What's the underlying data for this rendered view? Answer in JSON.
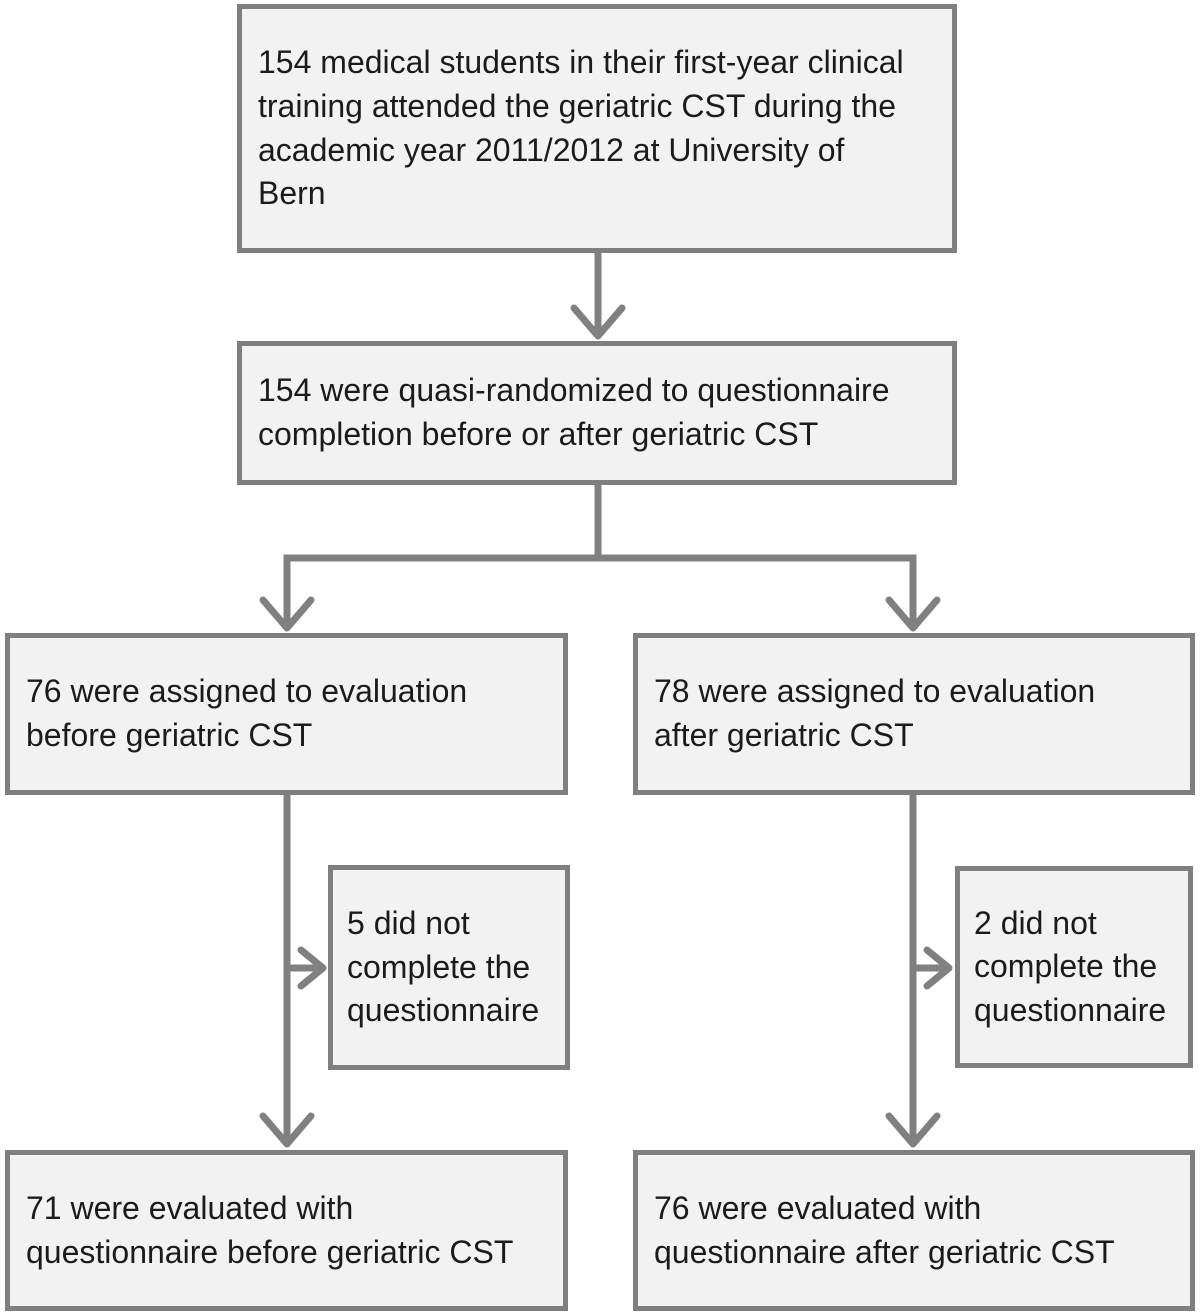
{
  "flowchart": {
    "nodes": {
      "enrollment": "154 medical students in their first-year clinical\ntraining attended the geriatric CST during the\nacademic year 2011/2012 at University of\nBern",
      "randomization": "154 were quasi-randomized to questionnaire\ncompletion before or after geriatric CST",
      "assigned_before": "76 were assigned to evaluation\nbefore geriatric CST",
      "assigned_after": "78 were assigned to evaluation\nafter geriatric CST",
      "dropout_before": "5 did not\ncomplete the\nquestionnaire",
      "dropout_after": "2 did not\ncomplete the\nquestionnaire",
      "evaluated_before": "71 were evaluated with\nquestionnaire before geriatric CST",
      "evaluated_after": "76 were evaluated with\nquestionnaire after geriatric CST"
    },
    "edges": [
      {
        "from": "enrollment",
        "to": "randomization"
      },
      {
        "from": "randomization",
        "to": "assigned_before"
      },
      {
        "from": "randomization",
        "to": "assigned_after"
      },
      {
        "from": "assigned_before",
        "to": "dropout_before"
      },
      {
        "from": "assigned_before",
        "to": "evaluated_before"
      },
      {
        "from": "assigned_after",
        "to": "dropout_after"
      },
      {
        "from": "assigned_after",
        "to": "evaluated_after"
      }
    ],
    "colors": {
      "box_fill": "#f2f2f2",
      "box_border": "#7f7f7f",
      "connector": "#808080",
      "text": "#1b1b1b",
      "background": "#ffffff"
    }
  }
}
